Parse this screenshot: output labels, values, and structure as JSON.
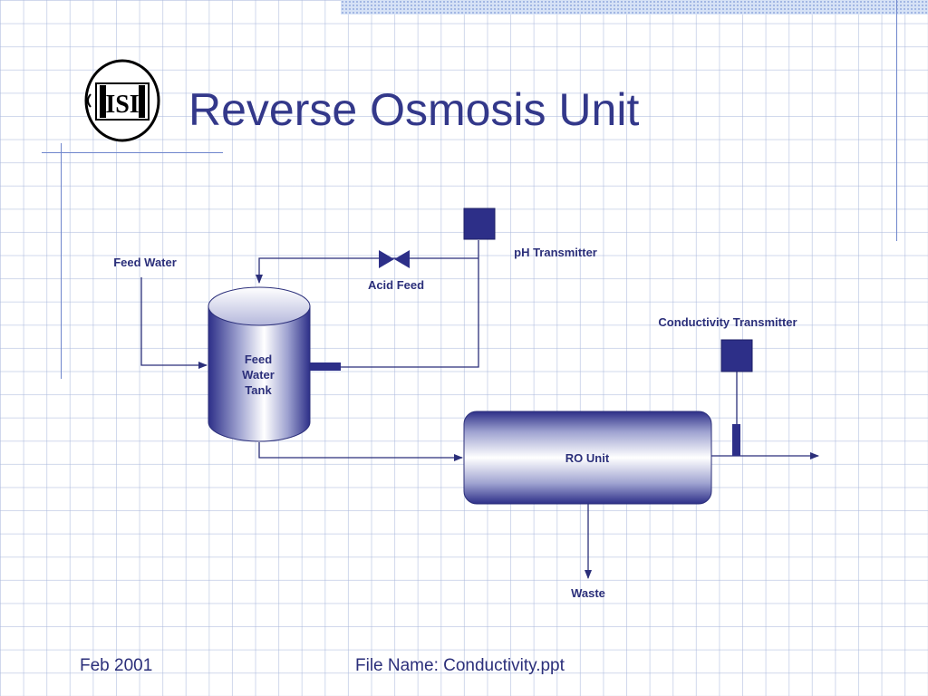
{
  "slide": {
    "title": "Reverse Osmosis Unit",
    "logo_text": "ISI"
  },
  "diagram": {
    "feed_water": "Feed Water",
    "tank_line1": "Feed",
    "tank_line2": "Water",
    "tank_line3": "Tank",
    "acid_feed": "Acid Feed",
    "ph_transmitter": "pH Transmitter",
    "conductivity_transmitter": "Conductivity Transmitter",
    "ro_unit": "RO Unit",
    "waste": "Waste"
  },
  "footer": {
    "date": "Feb 2001",
    "file_name": "File Name: Conductivity.ppt"
  },
  "colors": {
    "title": "#33388a",
    "line": "#2b2f7a",
    "equipment": "#2d2f88",
    "grid": "#aab8dc"
  }
}
